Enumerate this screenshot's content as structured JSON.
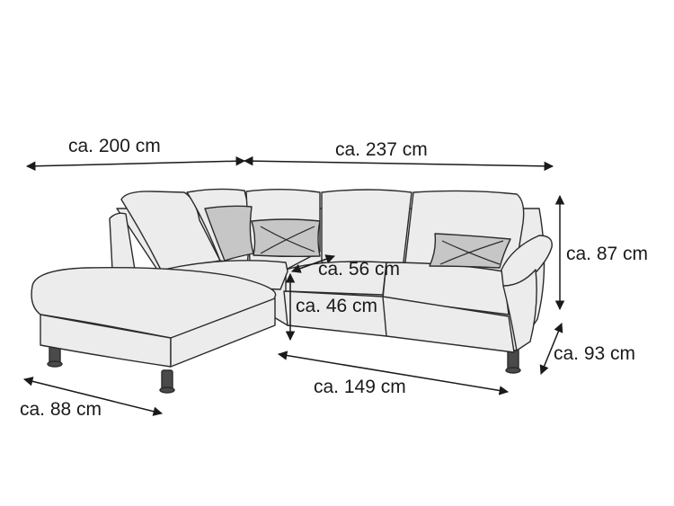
{
  "dimensions": {
    "width_left": "ca. 200 cm",
    "width_right": "ca. 237 cm",
    "height_total": "ca. 87 cm",
    "seat_depth": "ca. 56 cm",
    "seat_height": "ca. 46 cm",
    "depth_total": "ca. 93 cm",
    "seat_width": "ca. 149 cm",
    "chaise_depth": "ca. 88 cm"
  },
  "colors": {
    "upholstery": "#ececec",
    "outline": "#2b2b2b",
    "pillow": "#c6c6c6",
    "legs": "#4a4a4a",
    "arrow": "#1a1a1a"
  }
}
